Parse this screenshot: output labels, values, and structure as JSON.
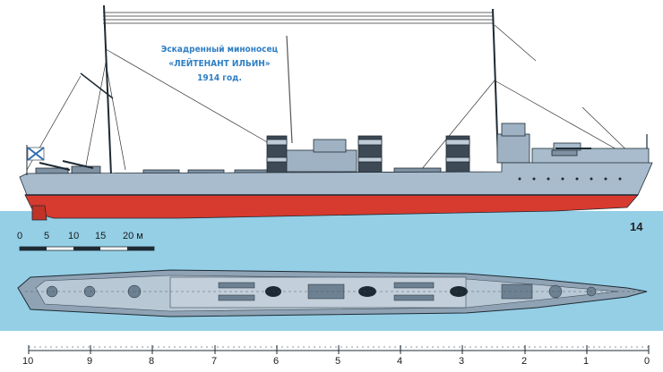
{
  "caption": {
    "line1": "Эскадренный миноносец",
    "line2": "«ЛЕЙТЕНАНТ ИЛЬИН»",
    "line3": "1914 год."
  },
  "plate_number": "14",
  "scale_bar": {
    "labels": [
      "0",
      "5",
      "10",
      "15",
      "20 м"
    ]
  },
  "station_scale": {
    "labels": [
      "10",
      "9",
      "8",
      "7",
      "6",
      "5",
      "4",
      "3",
      "2",
      "1",
      "0"
    ]
  },
  "colors": {
    "sky": "#ffffff",
    "water": "#94cfe6",
    "hull_grey": "#a9bccd",
    "hull_red": "#d73a2e",
    "deck_line": "#1e2a33",
    "caption_blue": "#2f7fc4"
  }
}
